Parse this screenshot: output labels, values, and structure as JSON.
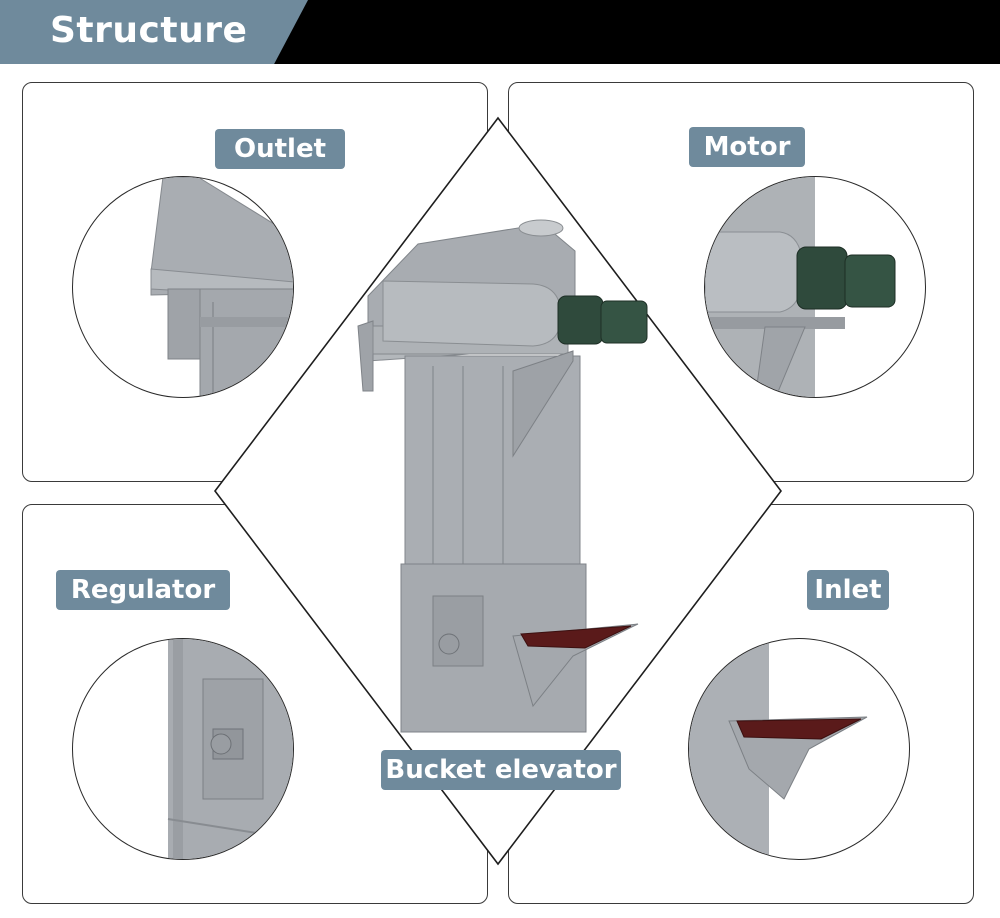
{
  "header": {
    "title": "Structure"
  },
  "panels": {
    "outlet": {
      "label": "Outlet"
    },
    "motor": {
      "label": "Motor"
    },
    "regulator": {
      "label": "Regulator"
    },
    "inlet": {
      "label": "Inlet"
    },
    "center": {
      "label": "Bucket elevator"
    }
  },
  "colors": {
    "accent": "#6f8a9c",
    "header_bg": "#000000",
    "machine_gray": "#a9adb2",
    "motor_green": "#2f4a3c",
    "inlet_dark": "#5a1a1a"
  }
}
